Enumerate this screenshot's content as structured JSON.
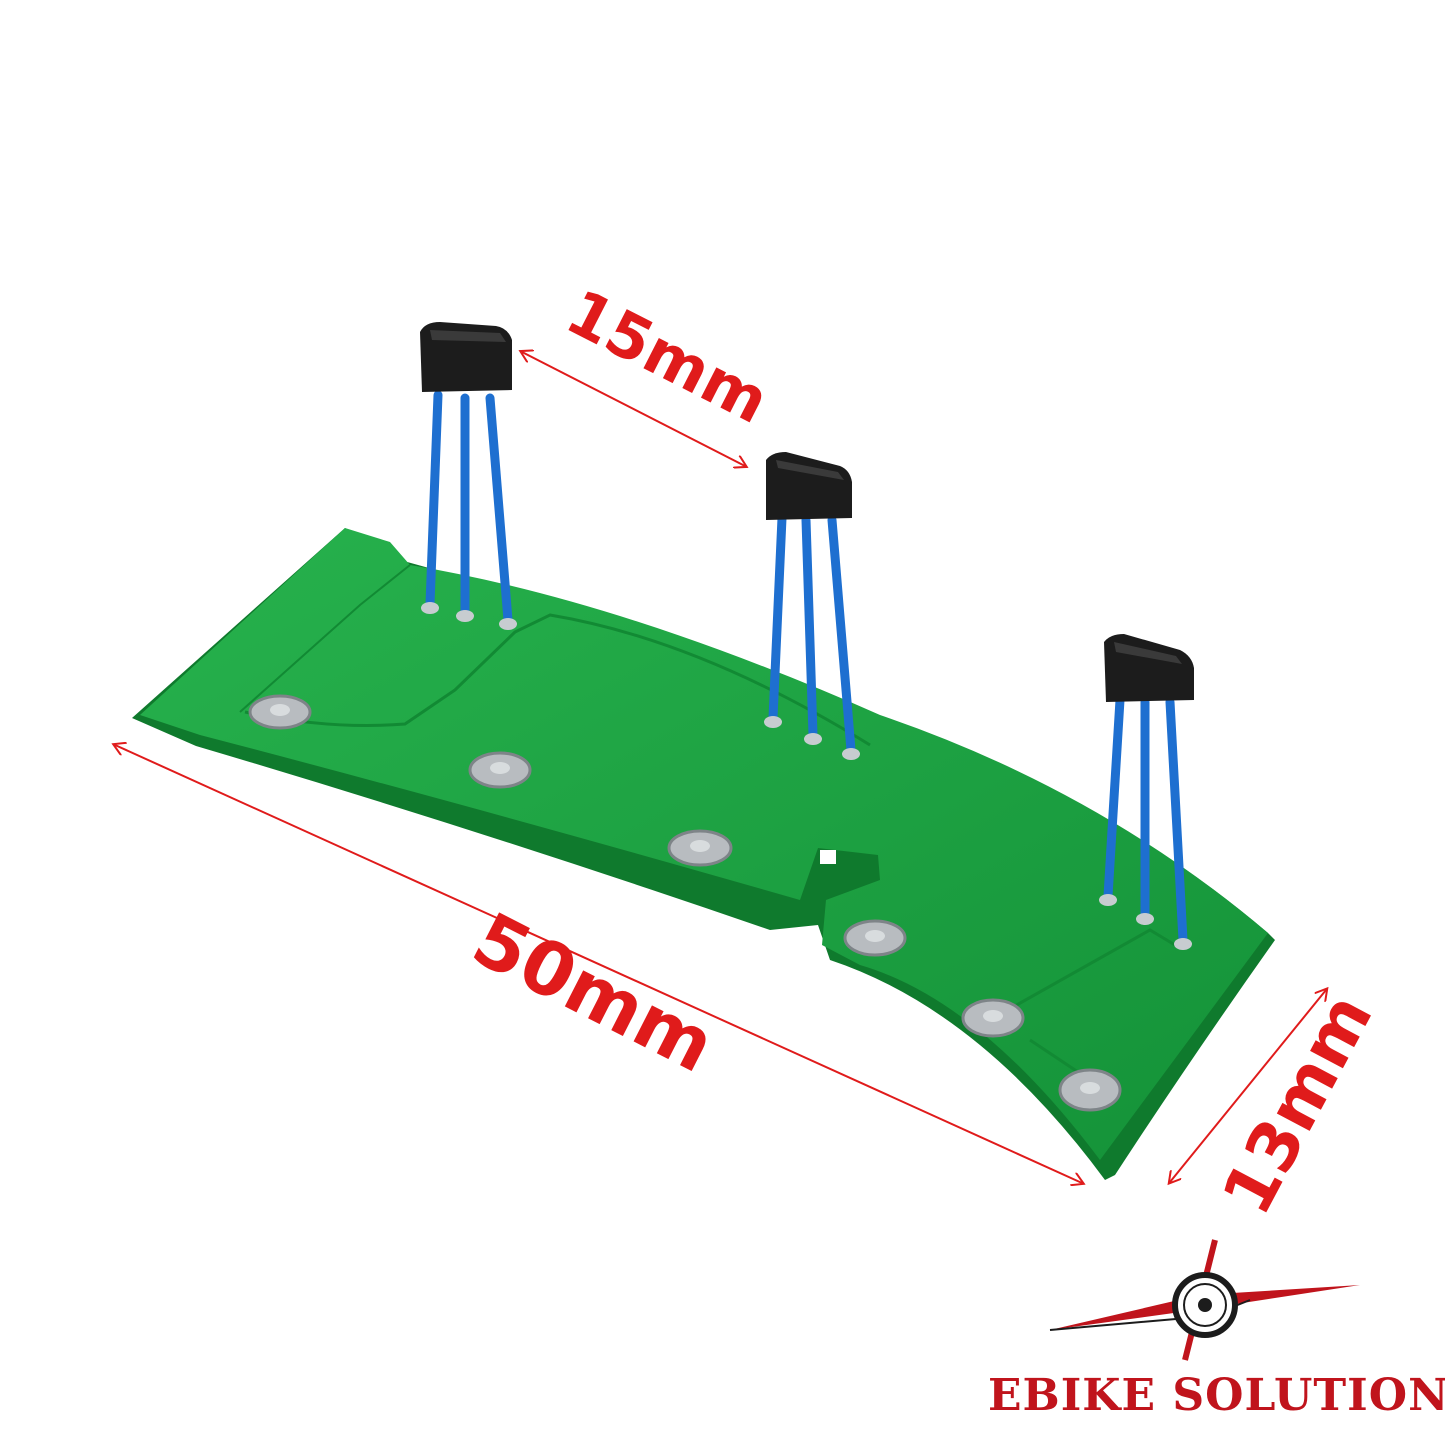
{
  "dimensions": {
    "spacing_label": "15mm",
    "length_label": "50mm",
    "width_label": "13mm"
  },
  "brand": {
    "name": "EBIKE SOLUTION",
    "badge_text": "EBIKE SOLUTION"
  },
  "colors": {
    "annotation_red": "#e01b1b",
    "pcb_green": "#1fa845",
    "pcb_dark_green": "#138a35",
    "wire_blue": "#1e6fd0",
    "sensor_black": "#1c1c1c",
    "pad_silver": "#b8bcc0",
    "brand_red": "#c0141c"
  },
  "icons": [
    "hall-sensor-icon",
    "double-arrow-icon",
    "brand-logo-icon"
  ]
}
